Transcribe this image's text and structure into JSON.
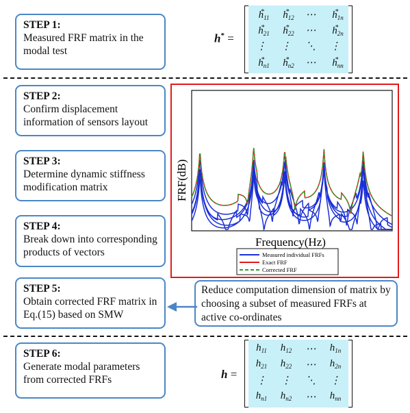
{
  "steps": [
    {
      "title": "STEP 1:",
      "text": "Measured FRF matrix in the modal test"
    },
    {
      "title": "STEP 2:",
      "text": "Confirm displacement information of sensors layout"
    },
    {
      "title": "STEP 3:",
      "text": "Determine dynamic stiffness modification matrix"
    },
    {
      "title": "STEP 4:",
      "text": "Break down into corresponding products of vectors"
    },
    {
      "title": "STEP 5:",
      "text": "Obtain corrected FRF matrix in Eq.(15)  based on SMW"
    },
    {
      "title": "STEP 6:",
      "text": "Generate modal parameters from corrected FRFs"
    }
  ],
  "note": "Reduce computation dimension of matrix by choosing a subset of measured FRFs at active co-ordinates",
  "matrix_top": {
    "label": "h",
    "label_sup": "*",
    "equals": "=",
    "rows": [
      [
        {
          "b": "h",
          "s": "11",
          "p": "*"
        },
        {
          "b": "h",
          "s": "12",
          "p": "*"
        },
        {
          "b": "⋯",
          "s": "",
          "p": ""
        },
        {
          "b": "h",
          "s": "1n",
          "p": "*"
        }
      ],
      [
        {
          "b": "h",
          "s": "21",
          "p": "*"
        },
        {
          "b": "h",
          "s": "22",
          "p": "*"
        },
        {
          "b": "⋯",
          "s": "",
          "p": ""
        },
        {
          "b": "h",
          "s": "2n",
          "p": "*"
        }
      ],
      [
        {
          "b": "⋮",
          "s": "",
          "p": ""
        },
        {
          "b": "⋮",
          "s": "",
          "p": ""
        },
        {
          "b": "⋱",
          "s": "",
          "p": ""
        },
        {
          "b": "⋮",
          "s": "",
          "p": ""
        }
      ],
      [
        {
          "b": "h",
          "s": "n1",
          "p": "*"
        },
        {
          "b": "h",
          "s": "n2",
          "p": "*"
        },
        {
          "b": "⋯",
          "s": "",
          "p": ""
        },
        {
          "b": "h",
          "s": "nn",
          "p": "*"
        }
      ]
    ]
  },
  "matrix_bottom": {
    "label": "h",
    "equals": "=",
    "rows": [
      [
        {
          "b": "h",
          "s": "11"
        },
        {
          "b": "h",
          "s": "12"
        },
        {
          "b": "⋯",
          "s": ""
        },
        {
          "b": "h",
          "s": "1n"
        }
      ],
      [
        {
          "b": "h",
          "s": "21"
        },
        {
          "b": "h",
          "s": "22"
        },
        {
          "b": "⋯",
          "s": ""
        },
        {
          "b": "h",
          "s": "2n"
        }
      ],
      [
        {
          "b": "⋮",
          "s": ""
        },
        {
          "b": "⋮",
          "s": ""
        },
        {
          "b": "⋱",
          "s": ""
        },
        {
          "b": "⋮",
          "s": ""
        }
      ],
      [
        {
          "b": "h",
          "s": "n1"
        },
        {
          "b": "h",
          "s": "n2"
        },
        {
          "b": "⋯",
          "s": ""
        },
        {
          "b": "h",
          "s": "nn"
        }
      ]
    ]
  },
  "chart": {
    "ylabel": "FRF(dB)",
    "xlabel": "Frequency(Hz)",
    "legend": [
      {
        "label": "Measured individual FRFs",
        "color": "#1a2fd6",
        "style": "solid"
      },
      {
        "label": "Exact FRF",
        "color": "#e21a1a",
        "style": "solid"
      },
      {
        "label": "Corrected FRF",
        "color": "#2aa02a",
        "style": "dashed"
      }
    ],
    "resonances": [
      0.07,
      0.33,
      0.48,
      0.67,
      0.86
    ]
  }
}
